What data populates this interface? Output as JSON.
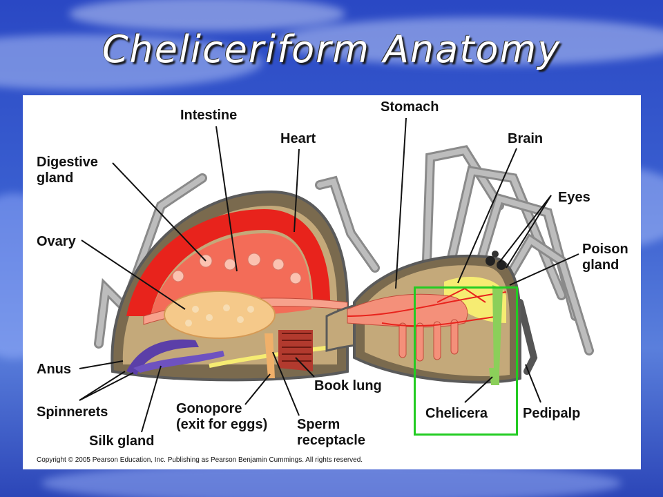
{
  "slide": {
    "title": "Cheliceriform Anatomy"
  },
  "figure": {
    "labels": {
      "intestine": "Intestine",
      "stomach": "Stomach",
      "heart": "Heart",
      "brain": "Brain",
      "digestive_gland": "Digestive\ngland",
      "eyes": "Eyes",
      "ovary": "Ovary",
      "poison_gland": "Poison\ngland",
      "anus": "Anus",
      "spinnerets": "Spinnerets",
      "silk_gland": "Silk gland",
      "gonopore": "Gonopore\n(exit for eggs)",
      "book_lung": "Book lung",
      "sperm_receptacle": "Sperm\nreceptacle",
      "chelicera": "Chelicera",
      "pedipalp": "Pedipalp"
    },
    "copyright": "Copyright © 2005 Pearson Education, Inc. Publishing as Pearson Benjamin Cummings. All rights reserved."
  },
  "colors": {
    "highlight": "#22cc22",
    "background": "#3a5fd0",
    "organ_red": "#e8231c",
    "organ_pink": "#f4907a",
    "yellow": "#f6ec72",
    "purple": "#5b3fa8"
  }
}
